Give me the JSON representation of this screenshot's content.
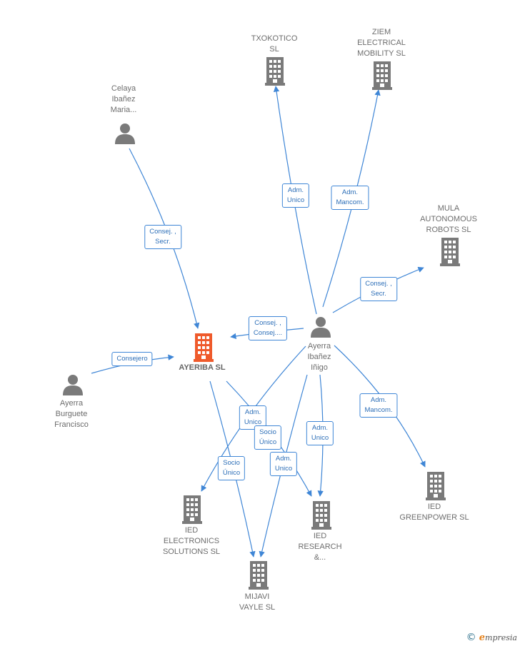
{
  "colors": {
    "edge": "#3f86d6",
    "node": "#7a7a7a",
    "highlight": "#ef5a2b"
  },
  "nodes": [
    {
      "id": "txokotico",
      "type": "company",
      "label": "TXOKOTICO\nSL"
    },
    {
      "id": "ziem",
      "type": "company",
      "label": "ZIEM\nELECTRICAL\nMOBILITY  SL"
    },
    {
      "id": "celaya",
      "type": "person",
      "label": "Celaya\nIbañez\nMaria..."
    },
    {
      "id": "mula",
      "type": "company",
      "label": "MULA\nAUTONOMOUS\nROBOTS  SL"
    },
    {
      "id": "ayerra_inigo",
      "type": "person",
      "label": "Ayerra\nIbañez\nIñigo"
    },
    {
      "id": "ayeriba",
      "type": "company-main",
      "label": "AYERIBA  SL"
    },
    {
      "id": "ayerra_francisco",
      "type": "person",
      "label": "Ayerra\nBurguete\nFrancisco"
    },
    {
      "id": "ied_greenpower",
      "type": "company",
      "label": "IED\nGREENPOWER SL"
    },
    {
      "id": "ied_electronics",
      "type": "company",
      "label": "IED\nELECTRONICS\nSOLUTIONS  SL"
    },
    {
      "id": "ied_research",
      "type": "company",
      "label": "IED\nRESEARCH\n&..."
    },
    {
      "id": "mijavi",
      "type": "company",
      "label": "MIJAVI\nVAYLE  SL"
    }
  ],
  "edges": [
    {
      "id": "e1",
      "from": "ayerra_inigo",
      "to": "txokotico",
      "label": "Adm.\nUnico"
    },
    {
      "id": "e2",
      "from": "ayerra_inigo",
      "to": "ziem",
      "label": "Adm.\nMancom."
    },
    {
      "id": "e3",
      "from": "celaya",
      "to": "ayeriba",
      "label": "Consej. ,\nSecr."
    },
    {
      "id": "e4",
      "from": "ayerra_inigo",
      "to": "mula",
      "label": "Consej. ,\nSecr."
    },
    {
      "id": "e5",
      "from": "ayerra_inigo",
      "to": "ayeriba",
      "label": "Consej. ,\nConsej...."
    },
    {
      "id": "e6",
      "from": "ayerra_francisco",
      "to": "ayeriba",
      "label": "Consejero"
    },
    {
      "id": "e7",
      "from": "ayerra_inigo",
      "to": "ied_greenpower",
      "label": "Adm.\nMancom."
    },
    {
      "id": "e8",
      "from": "ayerra_inigo",
      "to": "ied_electronics",
      "label": "Adm.\nUnico"
    },
    {
      "id": "e9",
      "from": "ayeriba",
      "to": "ied_research",
      "label": "Socio\nÚnico"
    },
    {
      "id": "e10",
      "from": "ayerra_inigo",
      "to": "ied_research",
      "label": "Adm.\nUnico"
    },
    {
      "id": "e11",
      "from": "ayerra_inigo",
      "to": "mijavi",
      "label": "Adm.\nUnico"
    },
    {
      "id": "e12",
      "from": "ayeriba",
      "to": "mijavi",
      "label": "Socio\nÚnico"
    }
  ],
  "footer": {
    "copyright": "©",
    "brand_initial": "e",
    "brand_rest": "mpresia"
  }
}
